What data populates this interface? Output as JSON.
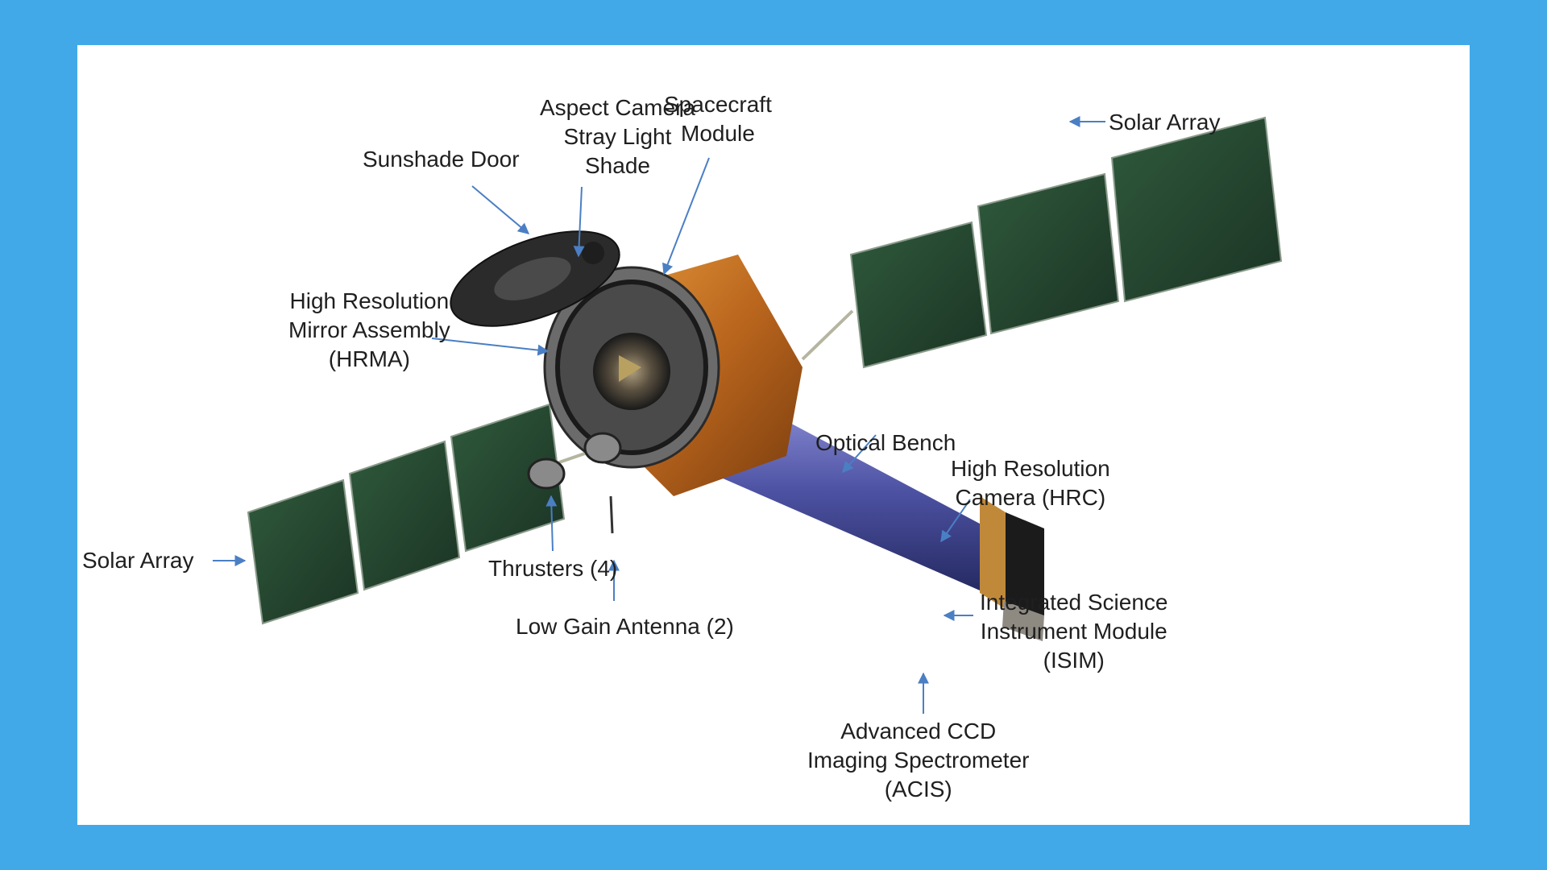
{
  "labels": {
    "sunshade_door": [
      "Sunshade Door"
    ],
    "aspect_camera": [
      "Aspect Camera",
      "Stray Light",
      "Shade"
    ],
    "spacecraft_module": [
      "Spacecraft",
      "Module"
    ],
    "solar_array_right": [
      "Solar Array"
    ],
    "hrma": [
      "High Resolution",
      "Mirror Assembly",
      "(HRMA)"
    ],
    "optical_bench": [
      "Optical Bench"
    ],
    "hrc": [
      "High Resolution",
      "Camera (HRC)"
    ],
    "solar_array_left": [
      "Solar Array"
    ],
    "thrusters": [
      "Thrusters (4)"
    ],
    "low_gain_antenna": [
      "Low Gain Antenna (2)"
    ],
    "isim": [
      "Integrated Science",
      "Instrument Module",
      "(ISIM)"
    ],
    "acis": [
      "Advanced CCD",
      "Imaging Spectrometer",
      "(ACIS)"
    ]
  },
  "colors": {
    "background": "#41a9e8",
    "panel": "#ffffff",
    "arrow": "#4a7fc4",
    "solar_panel": "#23402c",
    "bench": "#4b4f9c",
    "module_gold": "#c87a2a"
  }
}
